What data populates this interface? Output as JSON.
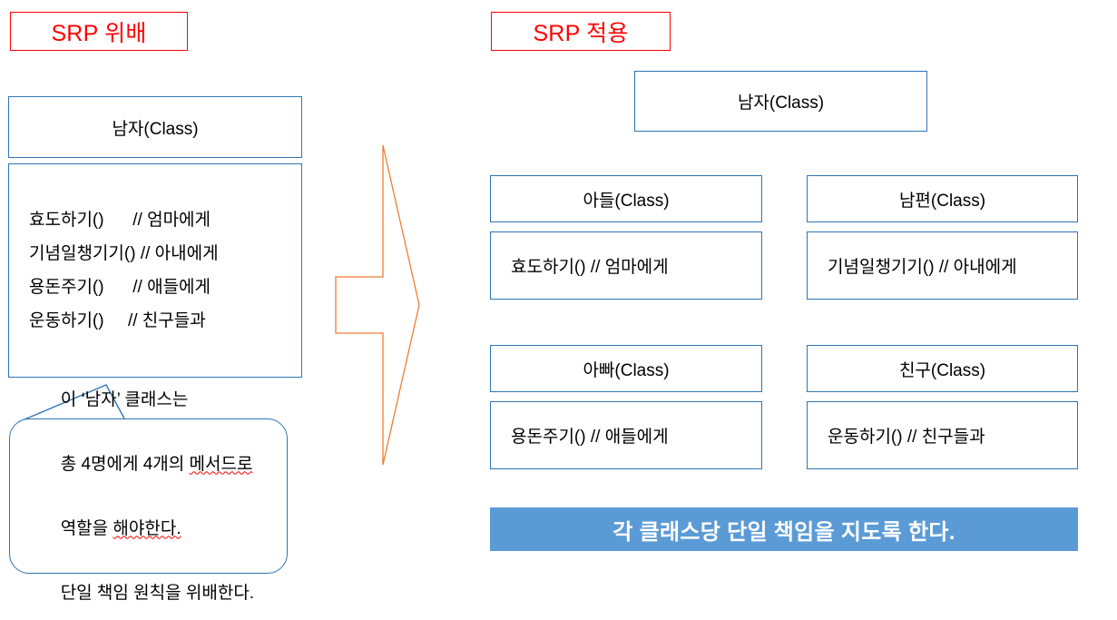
{
  "colors": {
    "header_red": "#FF0000",
    "box_blue": "#2E75B6",
    "banner_blue": "#5B9BD5",
    "arrow_orange": "#ED7D31",
    "background": "#FFFFFF",
    "text_black": "#000000",
    "banner_text": "#FFFFFF",
    "spellcheck_red": "#FF0000"
  },
  "left_panel": {
    "header": "SRP 위배",
    "class_box": "남자(Class)",
    "methods": [
      "효도하기()      // 엄마에게",
      "기념일챙기기() // 아내에게",
      "용돈주기()      // 애들에게",
      "운동하기()     // 친구들과"
    ],
    "callout": {
      "lines": [
        {
          "text": "이 ‘남자’ 클래스는",
          "misspelled": ""
        },
        {
          "text": "총 4명에게 4개의 ",
          "misspelled": "메서드로"
        },
        {
          "text": "역할을 ",
          "misspelled": "해야한다."
        },
        {
          "text": "단일 책임 원칙을 위배한다.",
          "misspelled": ""
        }
      ]
    }
  },
  "arrow": {
    "name": "right-block-arrow",
    "direction": "right",
    "style": "outline"
  },
  "right_panel": {
    "header": "SRP 적용",
    "root_class": "남자(Class)",
    "classes": [
      {
        "title": "아들(Class)",
        "method": "효도하기()      // 엄마에게"
      },
      {
        "title": "남편(Class)",
        "method": "기념일챙기기()  // 아내에게"
      },
      {
        "title": "아빠(Class)",
        "method": "용돈주기()      // 애들에게"
      },
      {
        "title": "친구(Class)",
        "method": "운동하기()  // 친구들과"
      }
    ],
    "banner": "각 클래스당 단일 책임을 지도록 한다."
  }
}
